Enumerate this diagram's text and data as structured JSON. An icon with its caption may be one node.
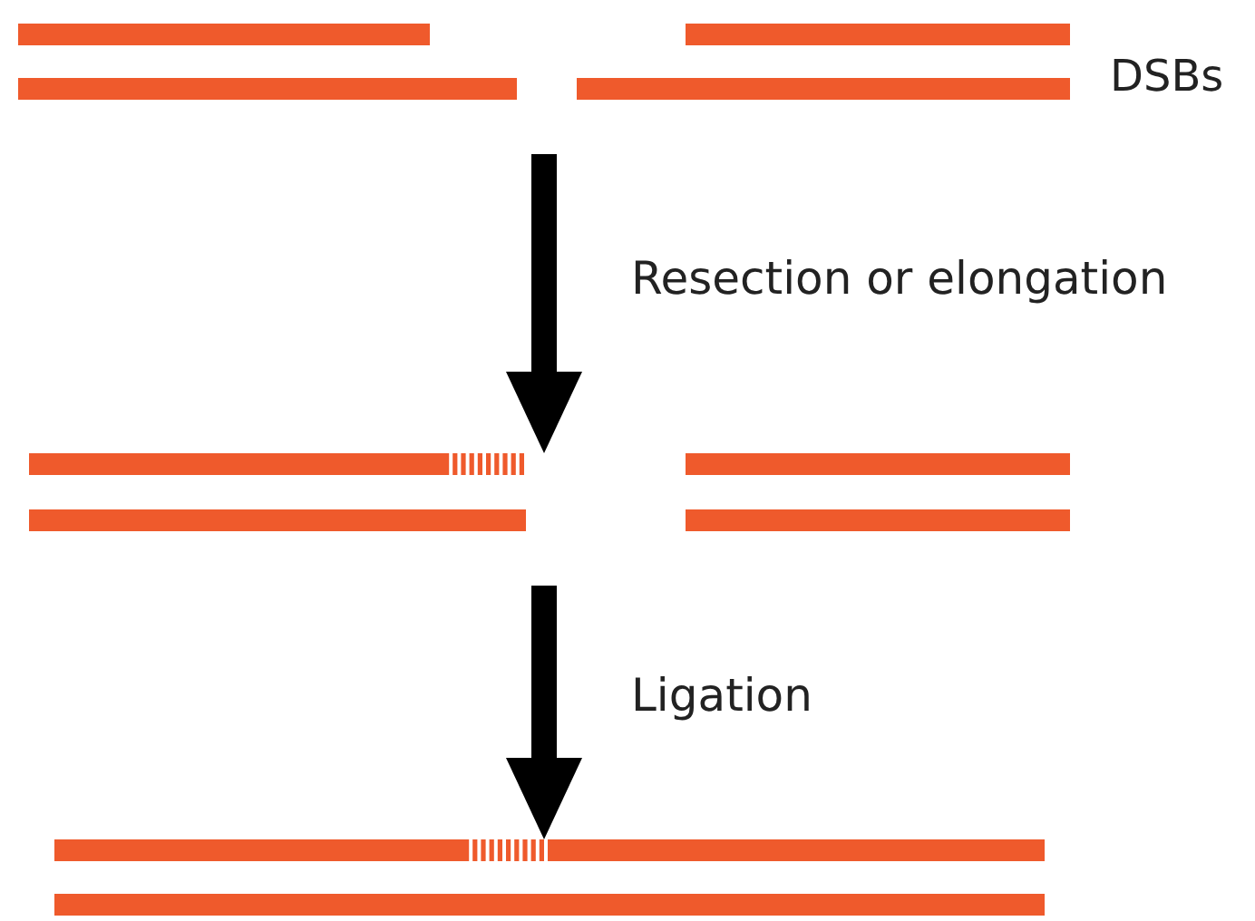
{
  "diagram": {
    "nodes": [
      {
        "text": [],
        "shape": "picture",
        "beside": [
          "DSBs"
        ]
      },
      {
        "text": [],
        "shape": "picture"
      },
      {
        "text": [],
        "shape": "picture"
      }
    ],
    "edges": [
      {
        "from": 0,
        "to": 1,
        "arrow": "to",
        "label": "Resection or elongation"
      },
      {
        "from": 1,
        "to": 2,
        "arrow": "to",
        "label": "Ligation"
      }
    ]
  }
}
